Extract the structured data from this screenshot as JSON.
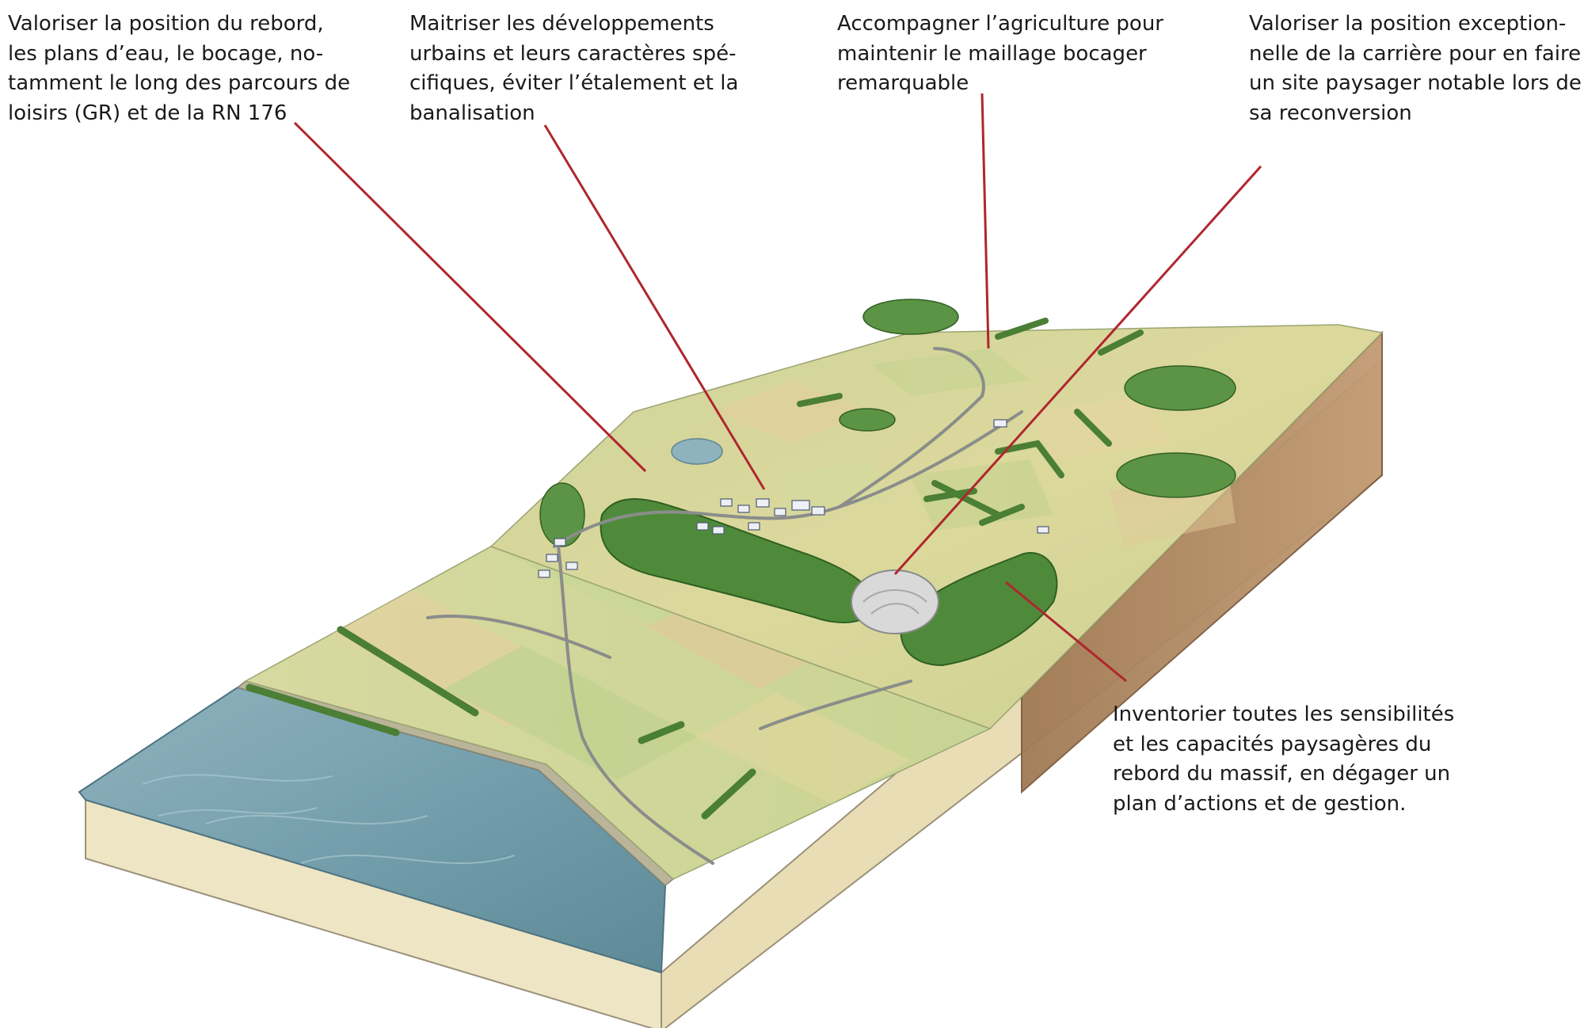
{
  "annotations": {
    "rebord": {
      "lines": [
        "Valoriser la position du rebord,",
        "les plans d’eau, le bocage, no-",
        "tamment le long des parcours de",
        "loisirs (GR) et de la RN 176"
      ]
    },
    "urbain": {
      "lines": [
        "Maitriser les développements",
        "urbains et leurs caractères spé-",
        "cifiques, éviter l’étalement et la",
        "banalisation"
      ]
    },
    "agriculture": {
      "lines": [
        "Accompagner l’agriculture pour",
        "maintenir le maillage bocager",
        "remarquable"
      ]
    },
    "carriere": {
      "lines": [
        "Valoriser la position exception-",
        "nelle de la carrière pour en faire",
        "un site paysager notable lors de",
        "sa reconversion"
      ]
    },
    "inventaire": {
      "lines": [
        "Inventorier toutes les sensibilités",
        "et les capacités paysagères du",
        "rebord du massif, en dégager un",
        "plan d’actions et de gestion."
      ]
    }
  },
  "colors": {
    "leader_line": "#b0262e",
    "water": "#6f9aa8",
    "forest": "#4f8a3a",
    "field": "#d9d39a",
    "cliff": "#b08862",
    "side": "#eee3c0"
  }
}
